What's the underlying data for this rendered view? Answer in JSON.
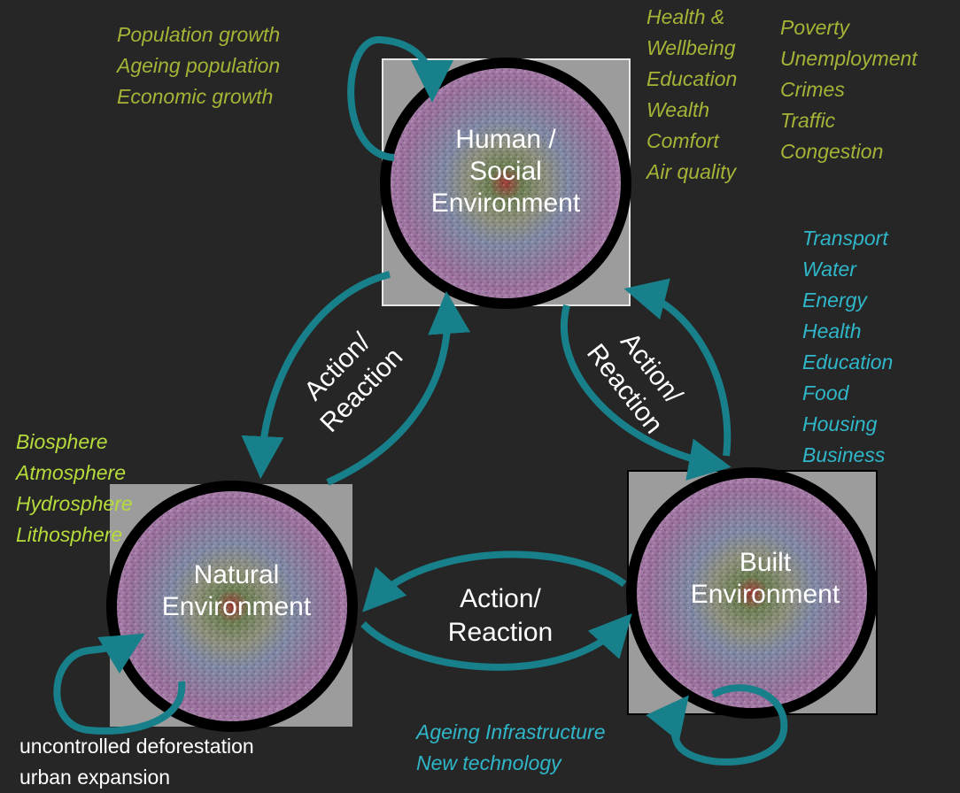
{
  "nodes": {
    "human": {
      "line1": "Human /",
      "line2": "Social",
      "line3": "Environment"
    },
    "natural": {
      "line1": "Natural",
      "line2": "Environment"
    },
    "built": {
      "line1": "Built",
      "line2": "Environment"
    }
  },
  "edges": {
    "human_natural": {
      "line1": "Action/",
      "line2": "Reaction"
    },
    "human_built": {
      "line1": "Action/",
      "line2": "Reaction"
    },
    "natural_built": {
      "line1": "Action/",
      "line2": "Reaction"
    }
  },
  "annotations": {
    "human_drivers": [
      "Population growth",
      "Ageing population",
      "Economic growth"
    ],
    "human_positive": [
      "Health &",
      "Wellbeing",
      "Education",
      "Wealth",
      "Comfort",
      "Air quality"
    ],
    "human_negative": [
      "Poverty",
      "Unemployment",
      "Crimes",
      "Traffic",
      "Congestion"
    ],
    "built_services": [
      "Transport",
      "Water",
      "Energy",
      "Health",
      "Education",
      "Food",
      "Housing",
      "Business"
    ],
    "natural_spheres": [
      "Biosphere",
      "Atmosphere",
      "Hydrosphere",
      "Lithosphere"
    ],
    "natural_drivers": [
      "uncontrolled deforestation",
      "urban expansion"
    ],
    "built_drivers": [
      "Ageing Infrastructure",
      "New technology"
    ]
  },
  "colors": {
    "background": "#262626",
    "arrow": "#17808a",
    "ring": "#000000",
    "olive_text": "#a6b337",
    "cyan_text": "#2fb7c9",
    "lime_text": "#b6dc3c"
  }
}
